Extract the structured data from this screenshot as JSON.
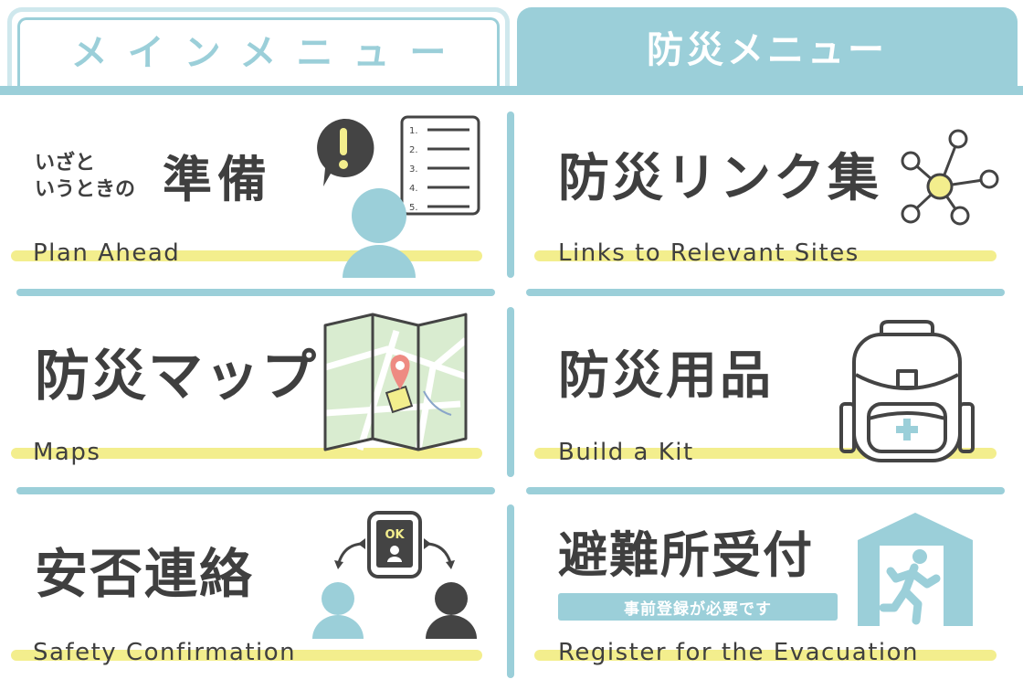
{
  "tabs": {
    "main": "メインメニュー",
    "disaster": "防災メニュー"
  },
  "cells": [
    {
      "title_small_1": "いざと",
      "title_small_2": "いうときの",
      "title": "準備",
      "subtitle": "Plan Ahead"
    },
    {
      "title": "防災リンク集",
      "subtitle": "Links to Relevant Sites"
    },
    {
      "title": "防災マップ",
      "subtitle": "Maps"
    },
    {
      "title": "防災用品",
      "subtitle": "Build a Kit"
    },
    {
      "title": "安否連絡",
      "subtitle": "Safety Confirmation"
    },
    {
      "title": "避難所受付",
      "badge": "事前登録が必要です",
      "subtitle": "Register for the Evacuation"
    }
  ],
  "icons": {
    "plan": {
      "exclaim": "!",
      "list_numbers": [
        "1.",
        "2.",
        "3.",
        "4.",
        "5."
      ]
    },
    "safety": {
      "phone_text": "OK"
    }
  },
  "colors": {
    "accent": "#9bcfd9",
    "accent_light": "#cfe8ed",
    "highlight": "#f3ee8d",
    "text": "#3f3f3f",
    "pin": "#ee8a82",
    "map_green": "#d9ecd0"
  }
}
